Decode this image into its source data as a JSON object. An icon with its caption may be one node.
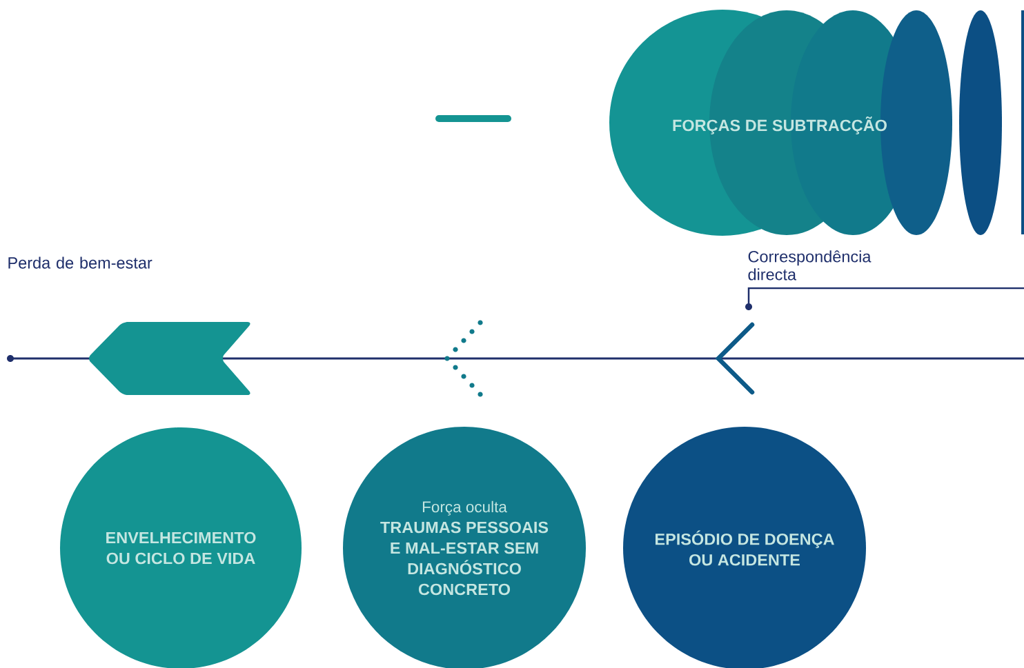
{
  "diagram": {
    "nodes": [
      {
        "text": [
          "FORÇAS DE SUBTRACÇÃO"
        ]
      },
      {
        "text": [
          "ENVELHECIMENTO OU CICLO DE VIDA"
        ]
      },
      {
        "text": [
          "Força oculta",
          "TRAUMAS PESSOAIS E MAL-ESTAR SEM DIAGNÓSTICO CONCRETO"
        ]
      },
      {
        "text": [
          "EPISÓDIO DE DOENÇA OU ACIDENTE"
        ]
      }
    ],
    "labels": [
      "Perda de bem-estar",
      "Correspondência directa"
    ]
  }
}
